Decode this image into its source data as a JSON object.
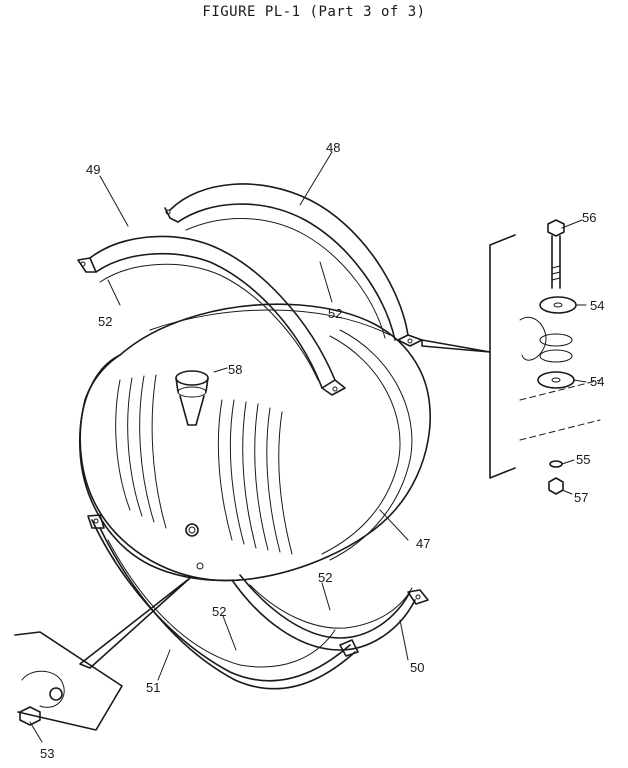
{
  "figure": {
    "title": "FIGURE PL-1 (Part 3 of 3)"
  },
  "callouts": {
    "c47": "47",
    "c48": "48",
    "c49": "49",
    "c50": "50",
    "c51": "51",
    "c52a": "52",
    "c52b": "52",
    "c52c": "52",
    "c52d": "52",
    "c53": "53",
    "c54a": "54",
    "c54b": "54",
    "c55": "55",
    "c56": "56",
    "c57": "57",
    "c58": "58"
  }
}
